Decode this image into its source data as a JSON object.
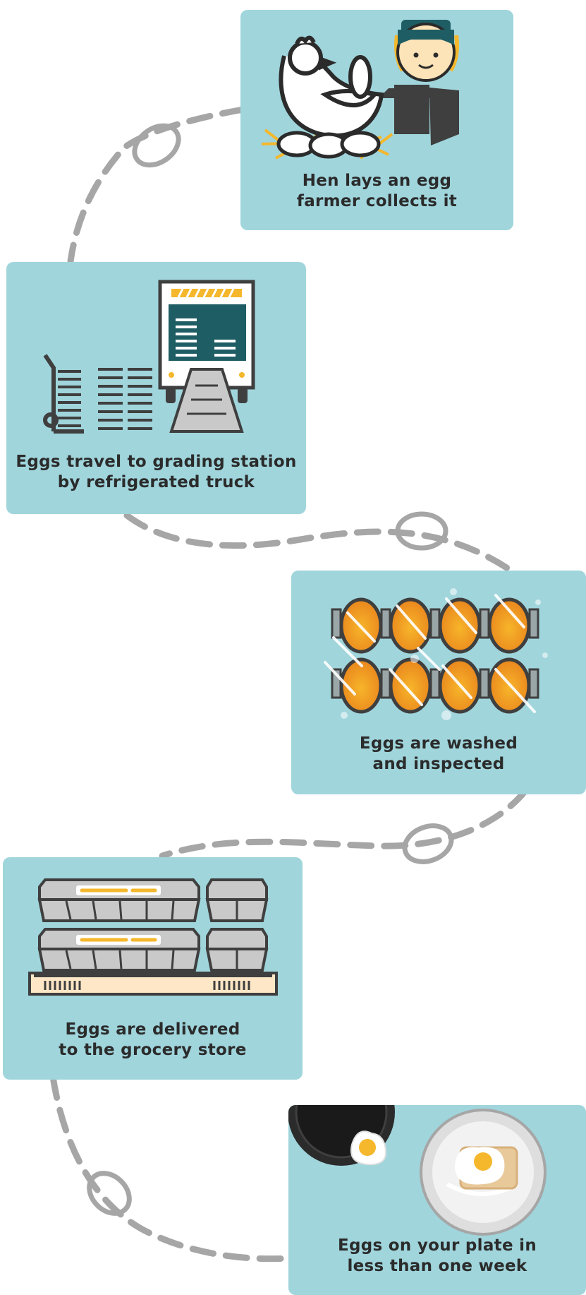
{
  "colors": {
    "card": "#a0d5dc",
    "path": "#a6a6a6",
    "dark": "#3f3f3f",
    "accent": "#f5b72b",
    "egg": "#f29a1e",
    "text": "#2b2b2b"
  },
  "steps": [
    {
      "icon": "hen-and-farmer-icon",
      "caption": [
        "Hen lays an egg",
        "farmer collects it"
      ]
    },
    {
      "icon": "refrigerated-truck-icon",
      "caption": [
        "Eggs travel to grading station",
        "by refrigerated truck"
      ]
    },
    {
      "icon": "egg-washing-icon",
      "caption": [
        "Eggs are washed",
        "and inspected"
      ]
    },
    {
      "icon": "egg-cartons-icon",
      "caption": [
        "Eggs are delivered",
        "to the grocery store"
      ]
    },
    {
      "icon": "fried-egg-plate-icon",
      "caption": [
        "Eggs on your plate in",
        "less than one week"
      ]
    }
  ]
}
